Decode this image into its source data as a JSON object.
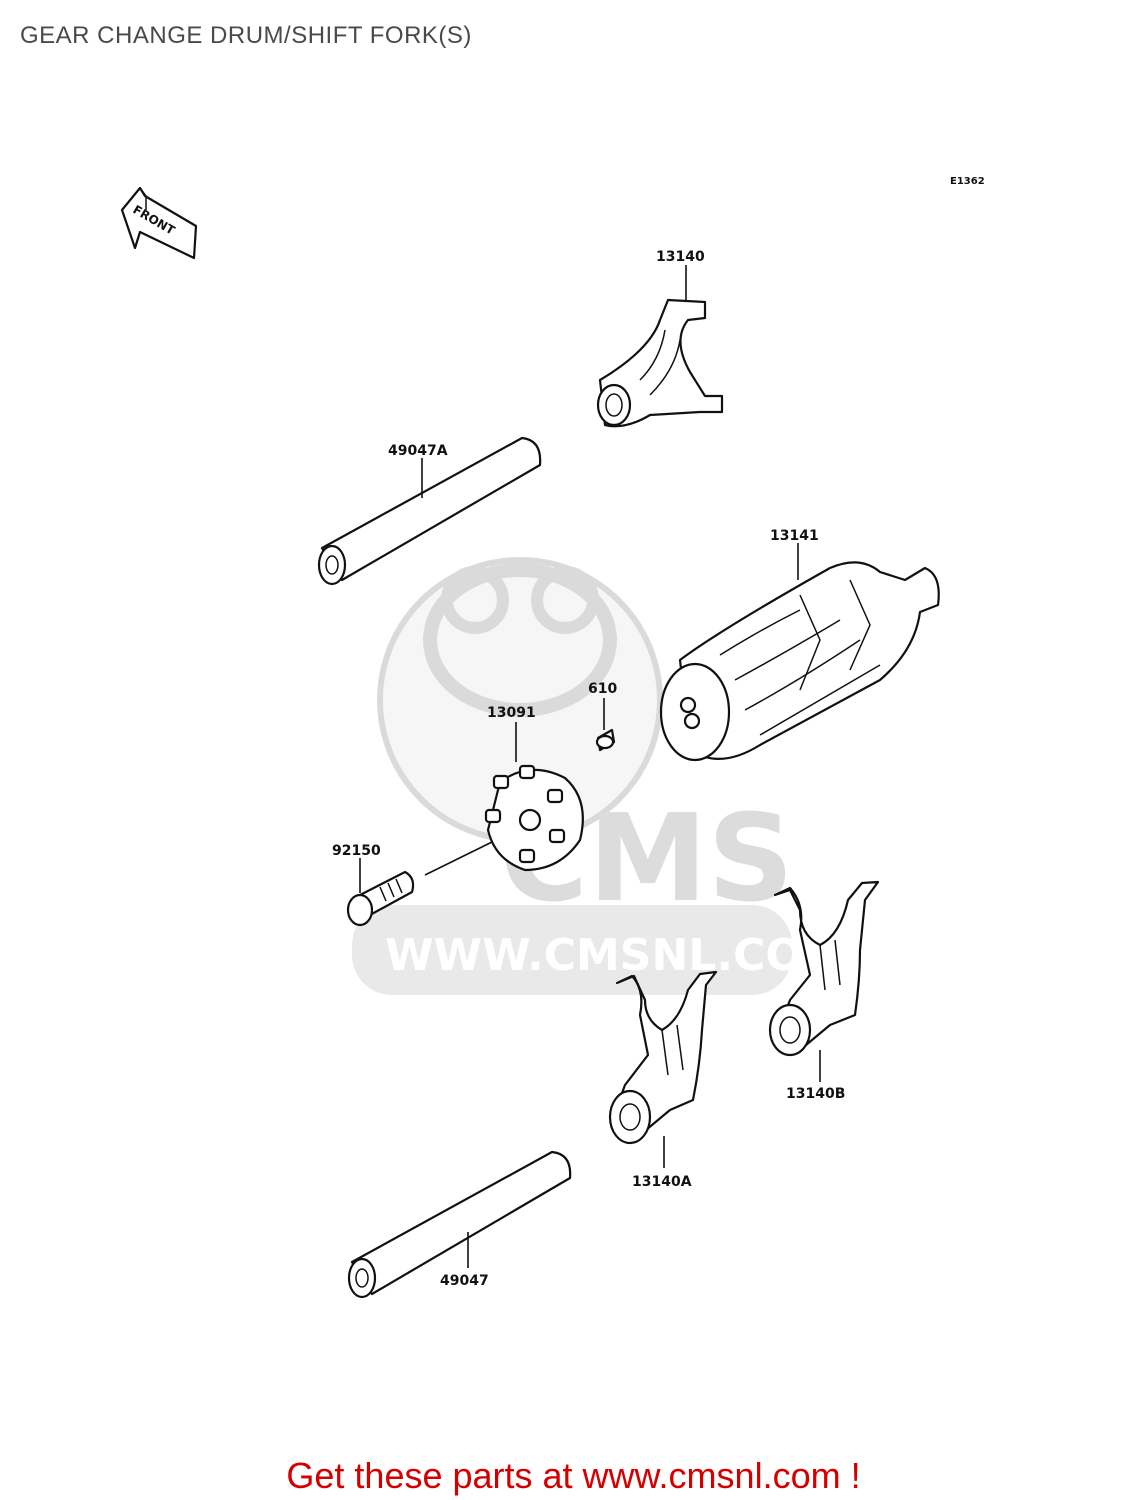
{
  "title": "GEAR CHANGE DRUM/SHIFT FORK(S)",
  "figure_code": "E1362",
  "front_label": "FRONT",
  "watermark": {
    "logo": "CMS",
    "url": "WWW.CMSNL.COM"
  },
  "parts": {
    "fork_top": "13140",
    "shaft_upper": "49047A",
    "drum": "13141",
    "pin": "610",
    "cam": "13091",
    "bolt": "92150",
    "fork_b": "13140B",
    "fork_a": "13140A",
    "shaft_lower": "49047"
  },
  "footer": "Get these parts at www.cmsnl.com !"
}
